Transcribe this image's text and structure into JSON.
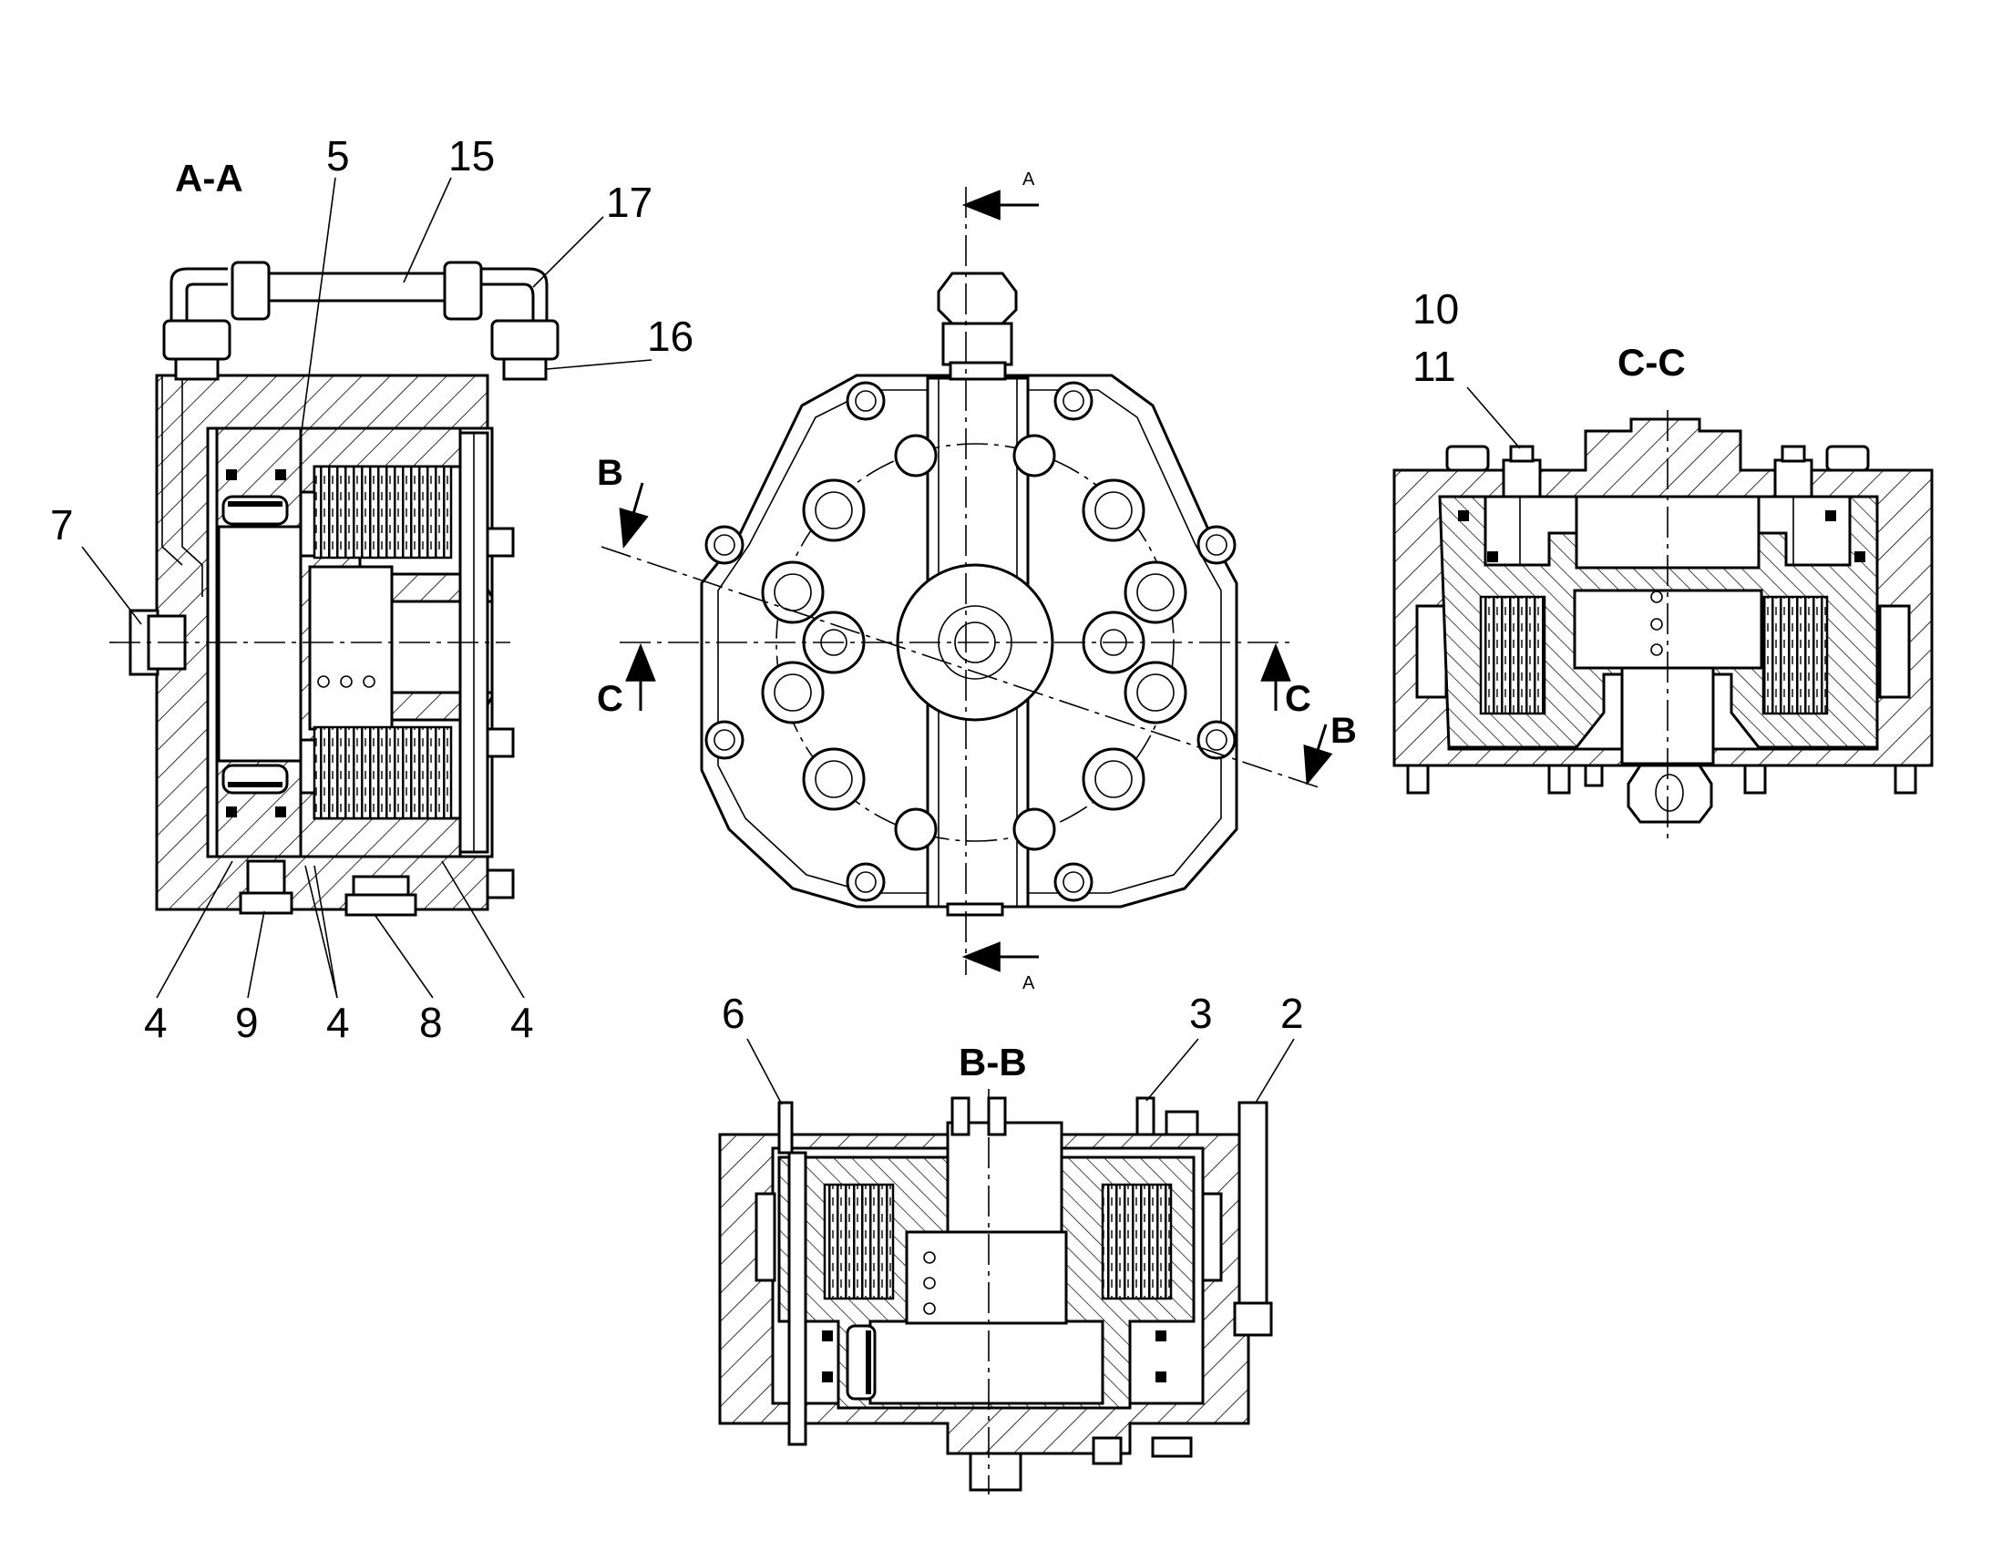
{
  "sections": {
    "aa": "A-A",
    "bb": "B-B",
    "cc": "C-C"
  },
  "cut_marks": {
    "a_top": "A",
    "a_bottom": "A",
    "b_left": "B",
    "b_right": "B",
    "c_left": "C",
    "c_right": "C"
  },
  "callouts": {
    "p5": "5",
    "p15": "15",
    "p17": "17",
    "p16": "16",
    "p7": "7",
    "p4a": "4",
    "p9": "9",
    "p4b": "4",
    "p8": "8",
    "p4c": "4",
    "p10": "10",
    "p11": "11",
    "p6": "6",
    "p3": "3",
    "p2": "2"
  }
}
